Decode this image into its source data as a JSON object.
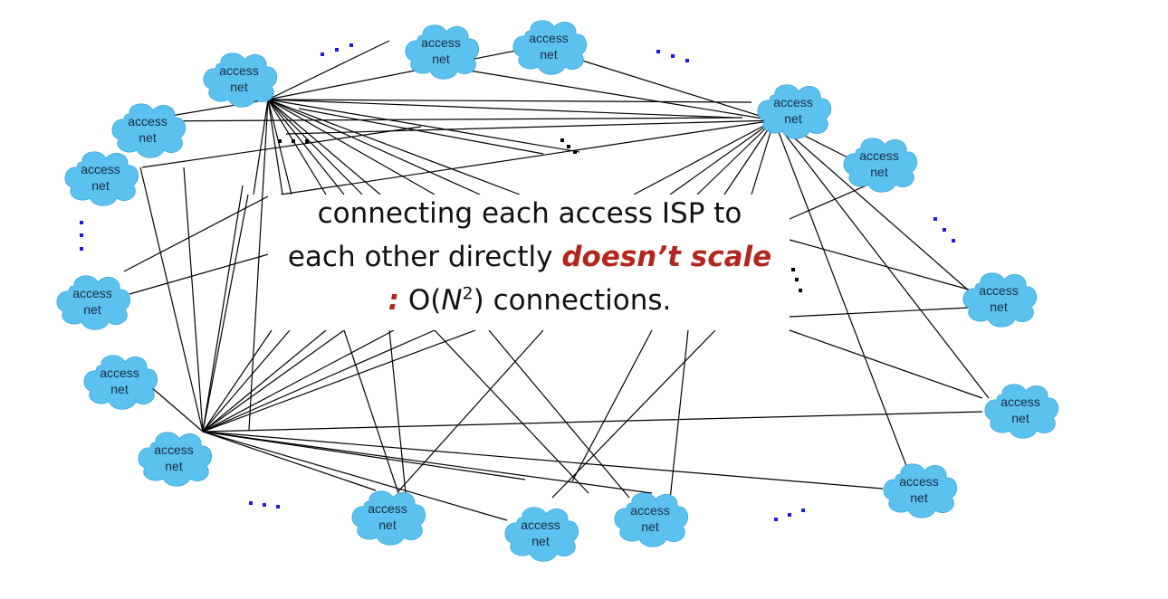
{
  "diagram": {
    "node_label": {
      "line1": "access",
      "line2": "net"
    },
    "cloud_color": "#5bc1ef",
    "edge_color": "#000000",
    "ellipsis_color": "#1a1ae0",
    "caption": {
      "line1": "connecting each access ISP to",
      "line2_plain": "each other directly ",
      "line2_emph": "doesn’t scale",
      "line3_colon": ":",
      "line3_o": " O(",
      "line3_n": "N",
      "line3_exp": "2",
      "line3_rest": ") connections.",
      "emph_color": "#b3261e"
    }
  }
}
